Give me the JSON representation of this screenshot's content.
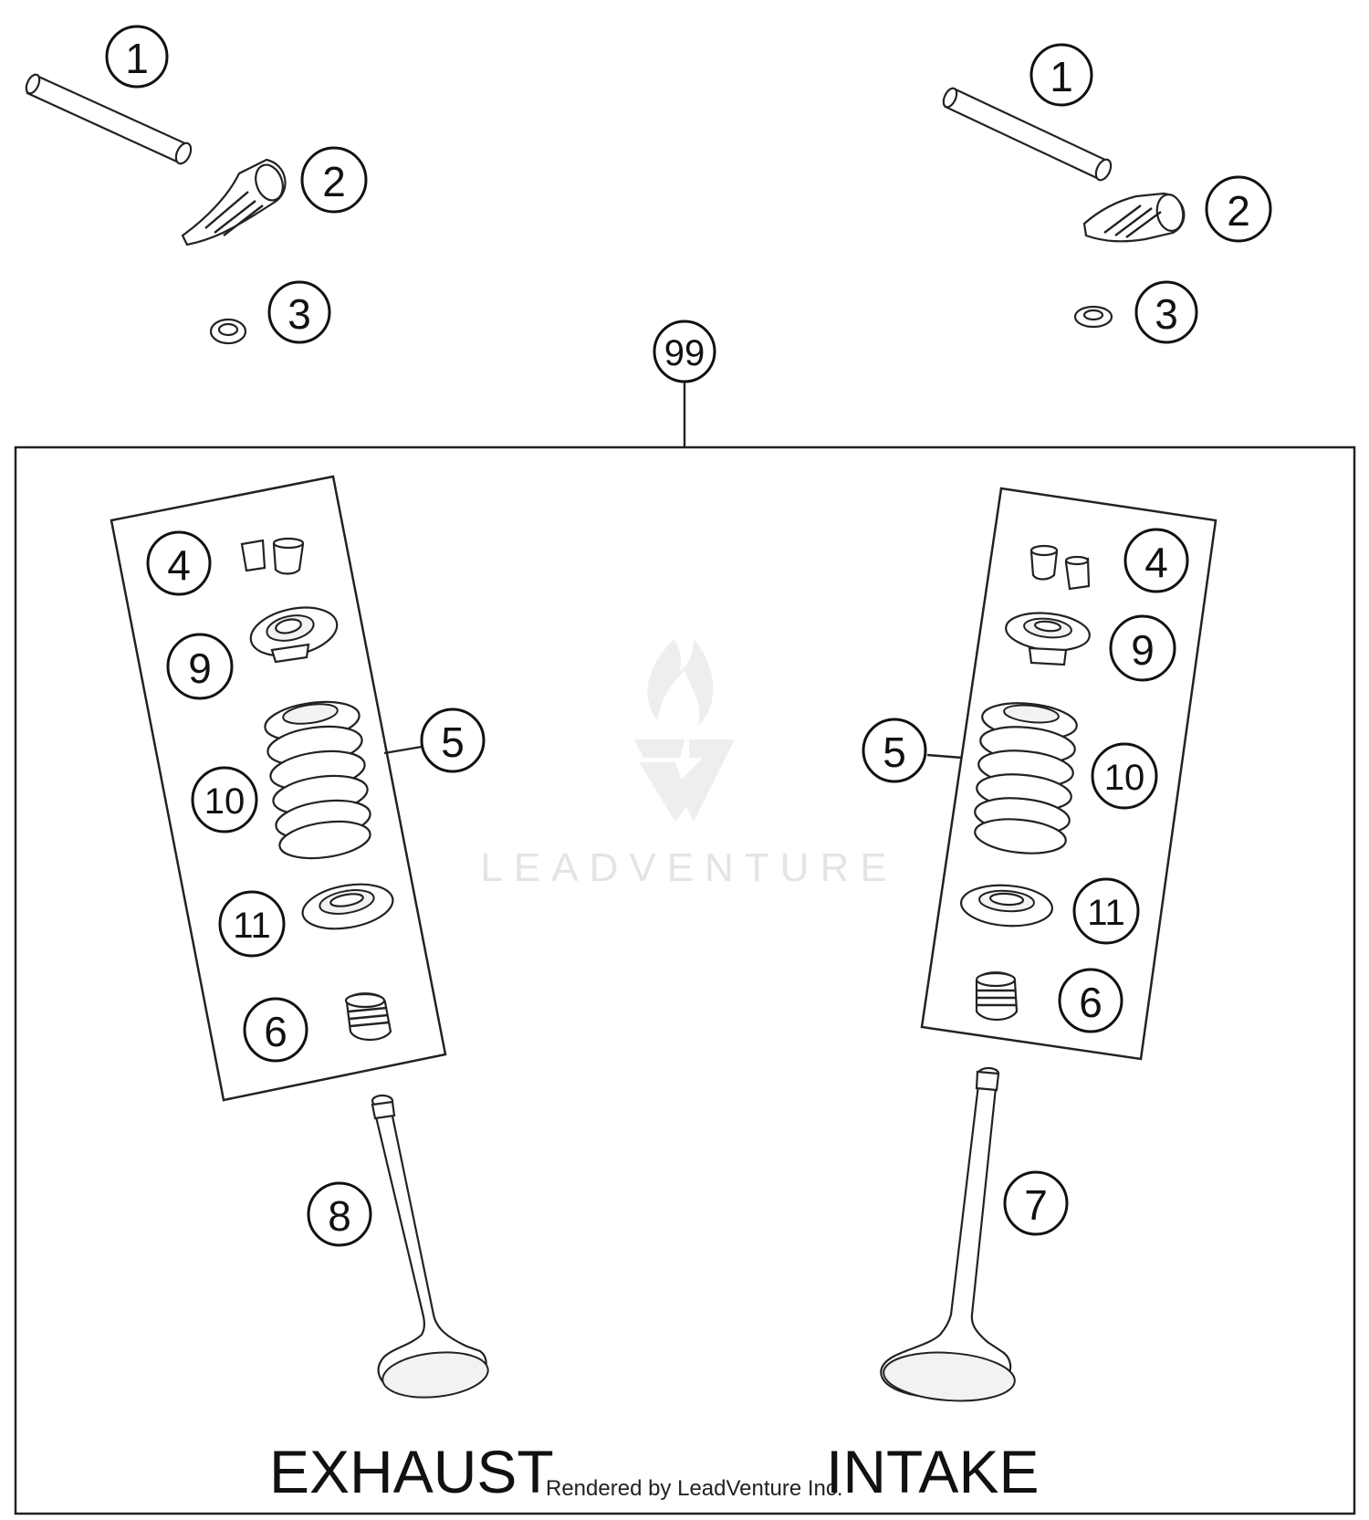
{
  "labels": {
    "exhaust": "EXHAUST",
    "intake": "INTAKE",
    "credit": "Rendered by LeadVenture Inc.",
    "watermark": "LEADVENTURE"
  },
  "callouts": {
    "kit": "99",
    "left": {
      "shaft": "1",
      "rocker_arm": "2",
      "washer": "3",
      "keepers": "4",
      "spring_kit": "5",
      "seal": "6",
      "valve": "8",
      "retainer": "9",
      "spring": "10",
      "spring_seat": "11"
    },
    "right": {
      "shaft": "1",
      "rocker_arm": "2",
      "washer": "3",
      "keepers": "4",
      "spring_kit": "5",
      "seal": "6",
      "valve": "7",
      "retainer": "9",
      "spring": "10",
      "spring_seat": "11"
    }
  }
}
